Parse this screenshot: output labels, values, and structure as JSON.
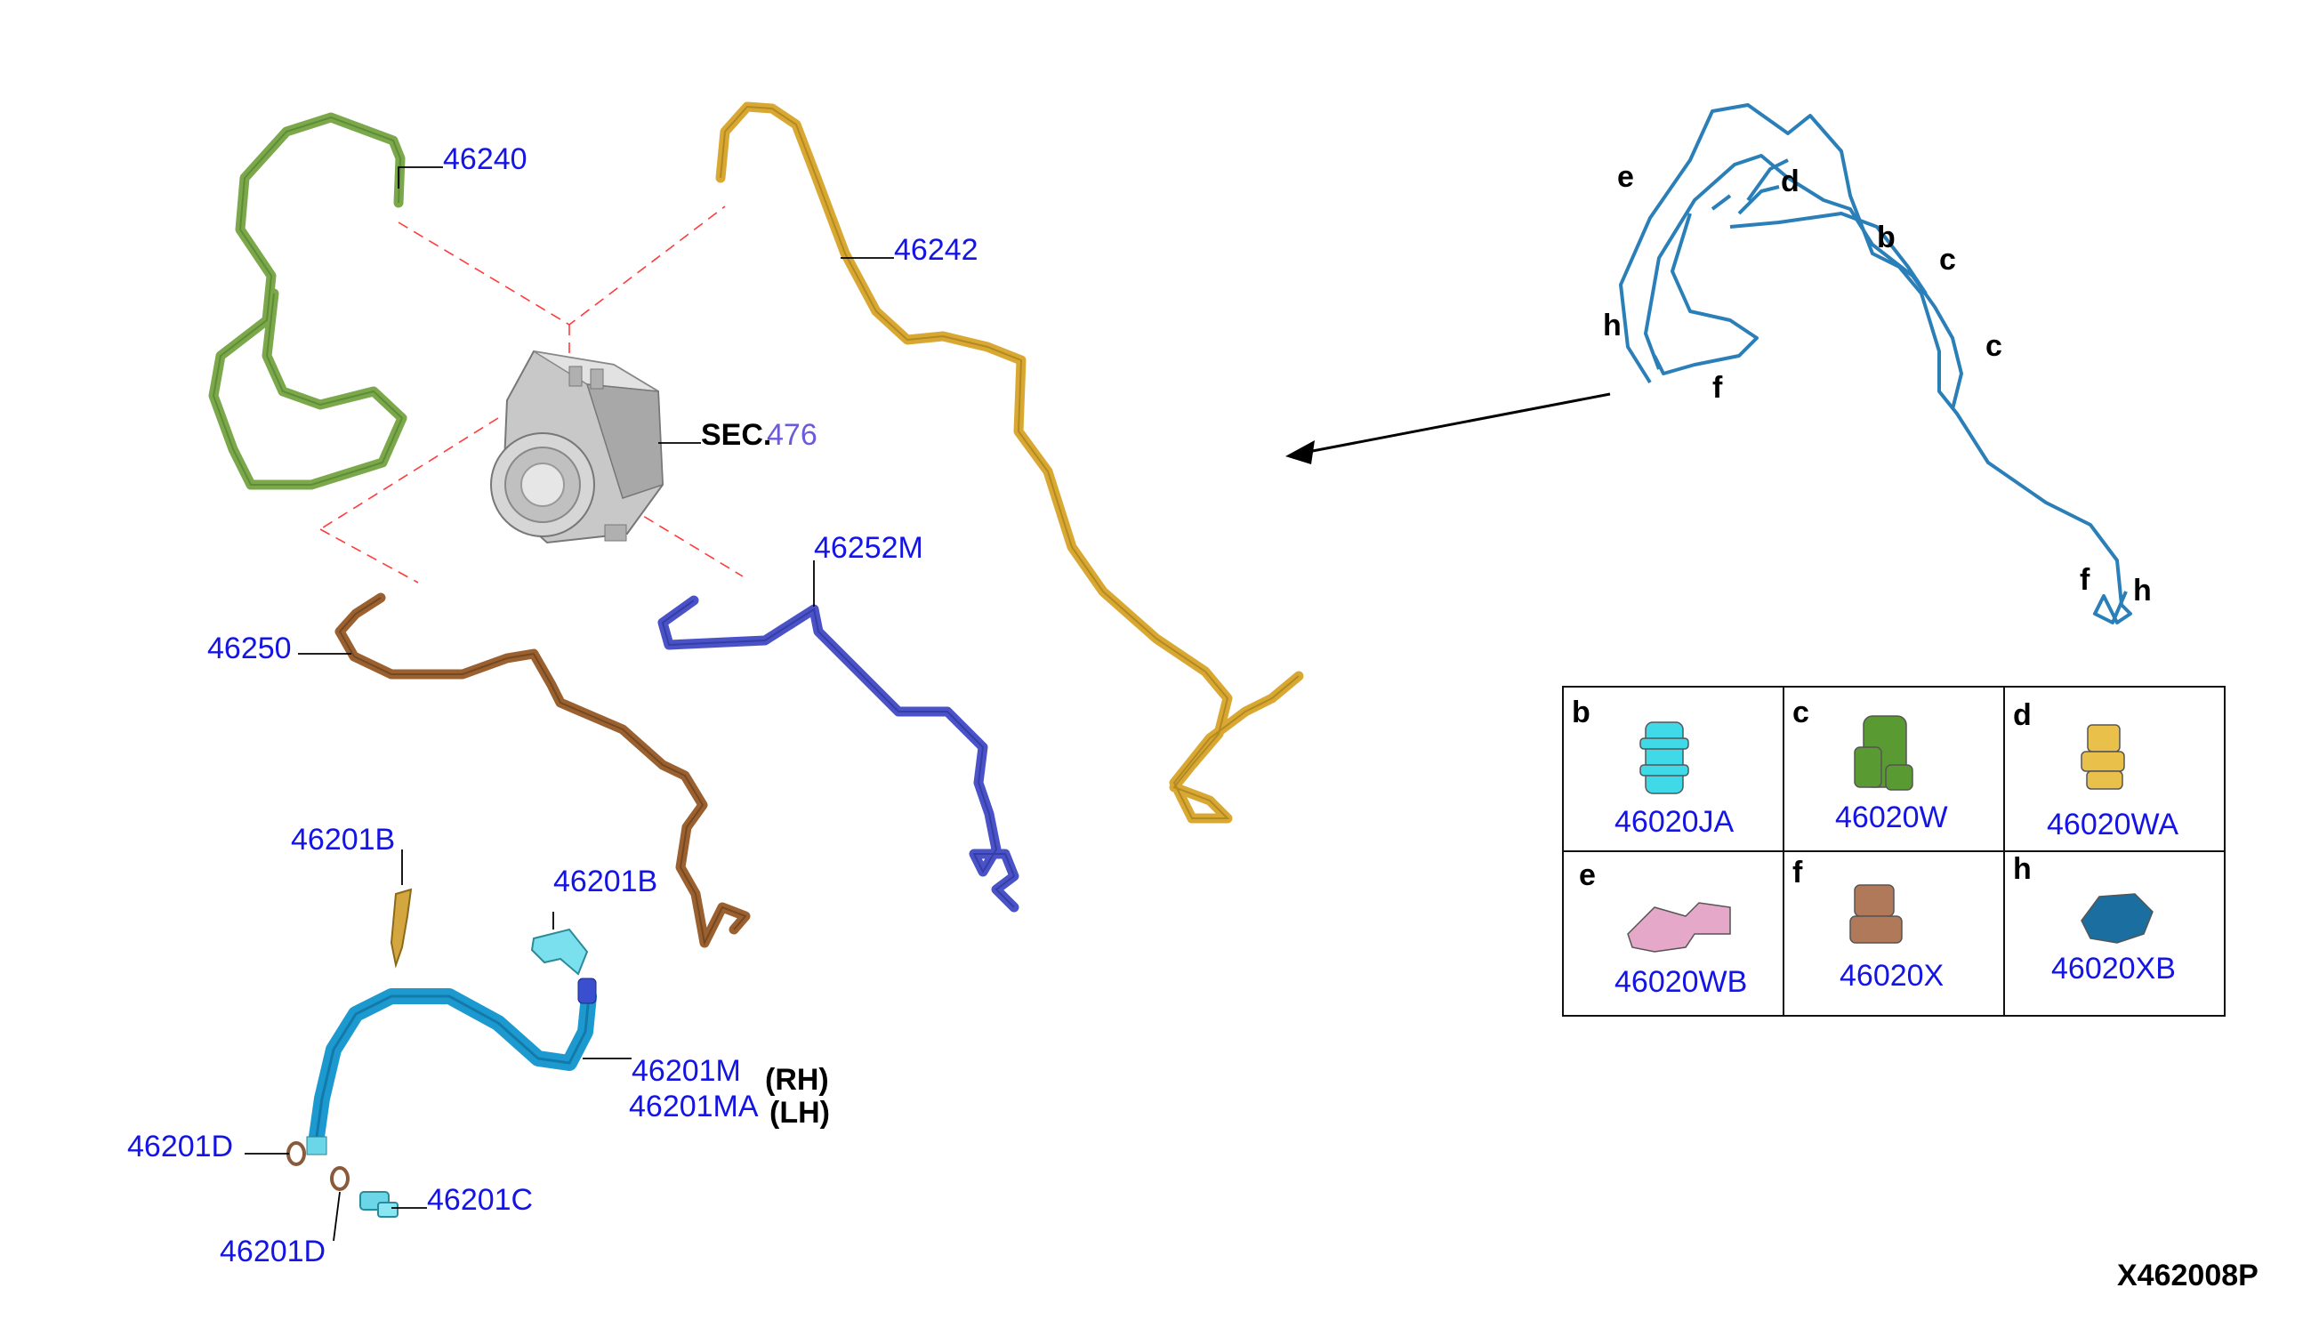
{
  "labels": {
    "p46240": "46240",
    "p46242": "46242",
    "sec_prefix": "SEC.",
    "sec_number": "476",
    "p46252M": "46252M",
    "p46250": "46250",
    "p46201B_a": "46201B",
    "p46201B_b": "46201B",
    "p46201M": "46201M",
    "p46201MA": "46201MA",
    "rh": "(RH)",
    "lh": "(LH)",
    "p46201D_a": "46201D",
    "p46201D_b": "46201D",
    "p46201C": "46201C",
    "diagram_code": "X462008P"
  },
  "route_letters": {
    "e": "e",
    "d": "d",
    "b": "b",
    "c1": "c",
    "c2": "c",
    "h1": "h",
    "f1": "f",
    "f2": "f",
    "h2": "h"
  },
  "clip_table": [
    {
      "letter": "b",
      "part": "46020JA",
      "color": "#40d9e8"
    },
    {
      "letter": "c",
      "part": "46020W",
      "color": "#5a9a32"
    },
    {
      "letter": "d",
      "part": "46020WA",
      "color": "#e8c04a"
    },
    {
      "letter": "e",
      "part": "46020WB",
      "color": "#e6a8c8"
    },
    {
      "letter": "f",
      "part": "46020X",
      "color": "#b07a5a"
    },
    {
      "letter": "h",
      "part": "46020XB",
      "color": "#1a6fa0"
    }
  ],
  "colors": {
    "line_46240": "#7aa84a",
    "line_46242": "#d9a832",
    "line_46252M": "#4a52c8",
    "line_46250": "#9a6030",
    "hose_46201M": "#1c9ad0",
    "route_overview": "#2a7fb8",
    "part_number": "#1414e6"
  }
}
